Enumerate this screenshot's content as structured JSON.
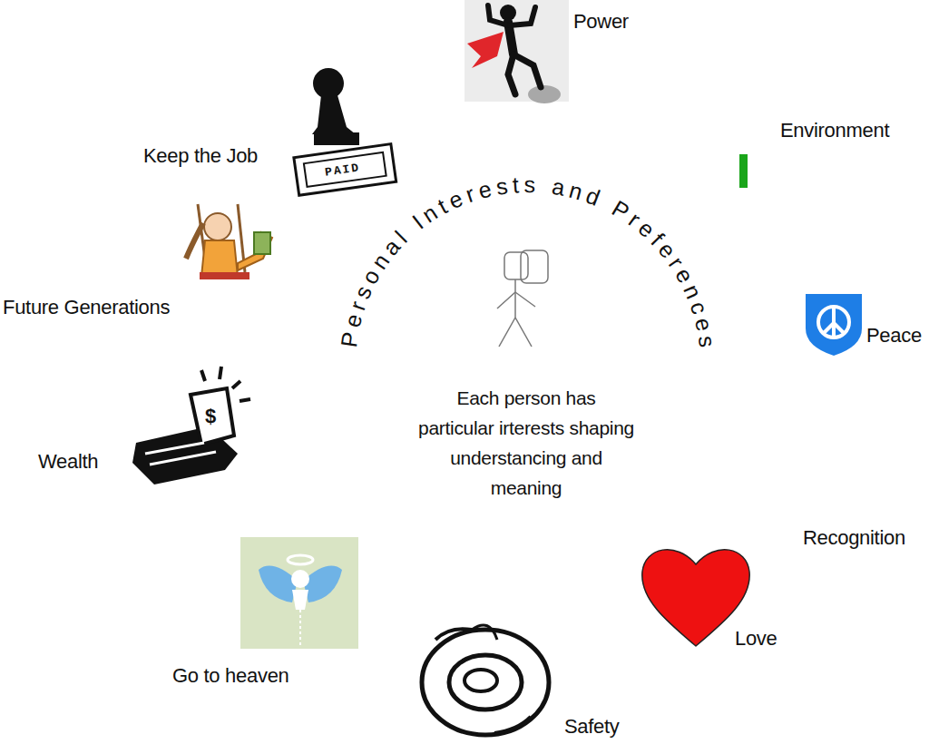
{
  "diagram": {
    "title": "Personal Interests and Preferences",
    "labels": [
      "Power",
      "Environment",
      "Keep the Job",
      "PAID",
      "Future Generations",
      "Peace",
      "Wealth",
      "Each person has particular irterests shaping understancing and meaning",
      "Recognition",
      "Love",
      "Go to heaven",
      "Safety"
    ]
  }
}
